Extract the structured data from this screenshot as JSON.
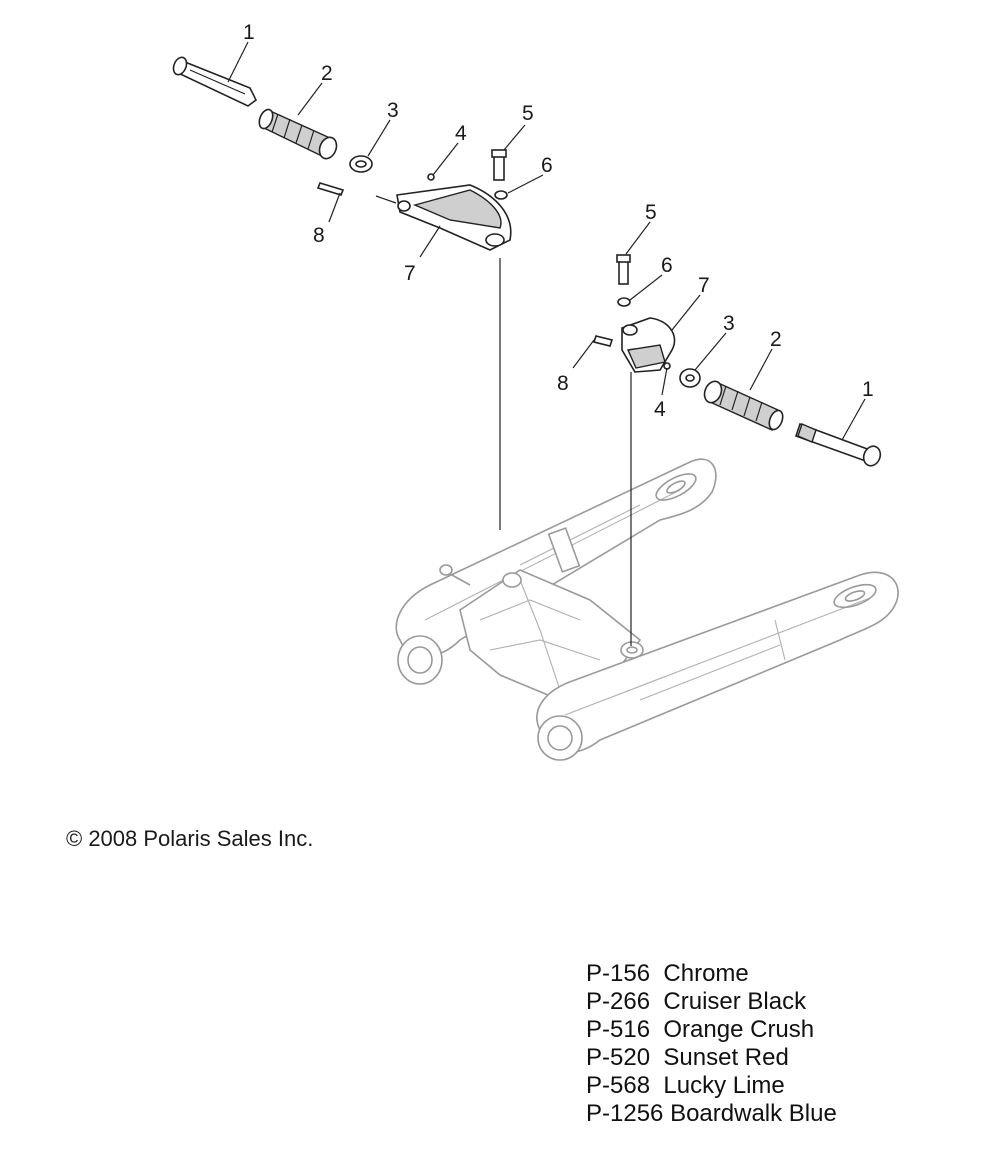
{
  "callouts": {
    "upper": [
      "1",
      "2",
      "3",
      "4",
      "5",
      "6",
      "7",
      "8"
    ],
    "lower": [
      "5",
      "6",
      "7",
      "3",
      "2",
      "1",
      "8",
      "4"
    ]
  },
  "copyright": "© 2008 Polaris Sales Inc.",
  "colors": [
    {
      "code": "P-156",
      "name": "Chrome"
    },
    {
      "code": "P-266",
      "name": "Cruiser Black"
    },
    {
      "code": "P-516",
      "name": "Orange Crush"
    },
    {
      "code": "P-520",
      "name": "Sunset Red"
    },
    {
      "code": "P-568",
      "name": "Lucky Lime"
    },
    {
      "code": "P-1256",
      "name": "Boardwalk Blue"
    }
  ]
}
